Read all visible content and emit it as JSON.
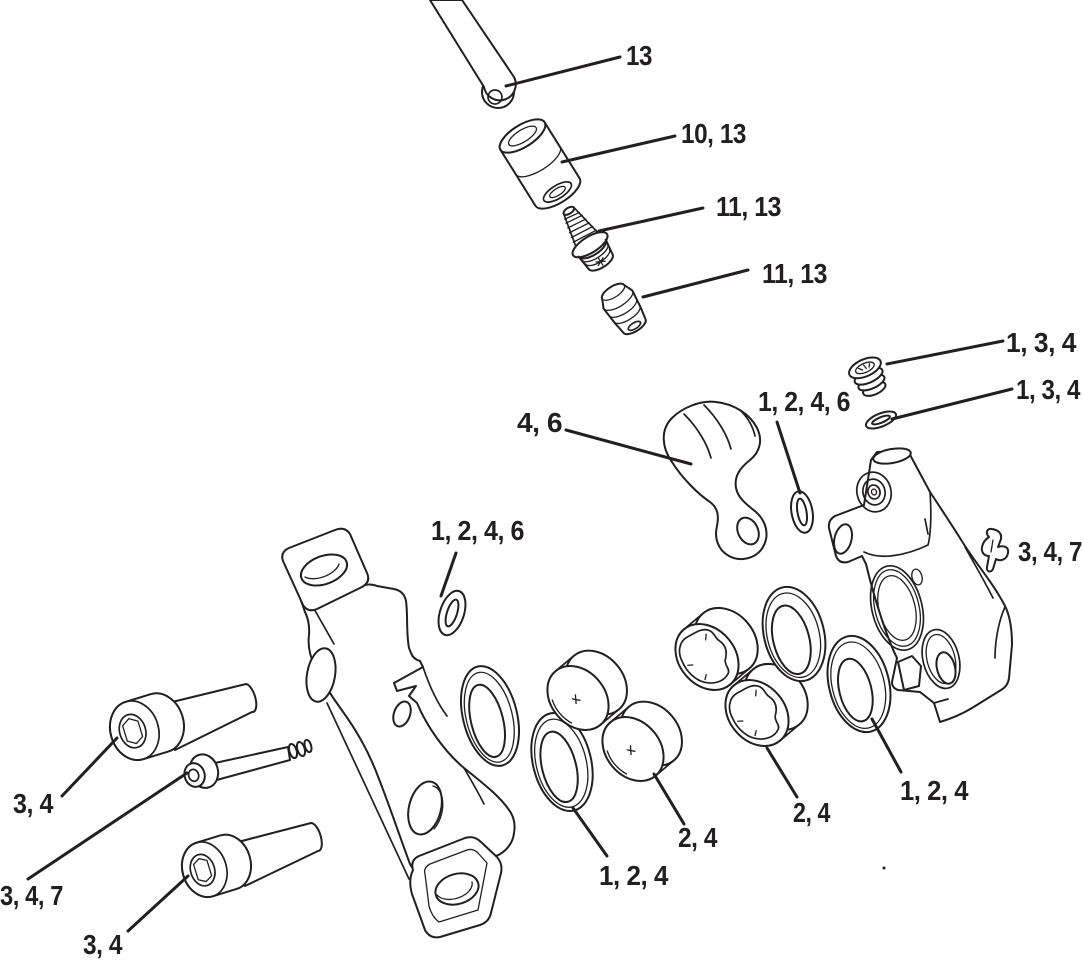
{
  "diagram": {
    "type": "exploded-parts-diagram",
    "subject": "hydraulic-disc-brake-caliper",
    "background_color": "#ffffff",
    "line_color": "#231f20",
    "callouts": [
      {
        "part": "hydraulic-hose",
        "text": "13"
      },
      {
        "part": "hose-compression-bushing",
        "text": "10, 13"
      },
      {
        "part": "hose-barb-fitting",
        "text": "11, 13"
      },
      {
        "part": "compression-olive",
        "text": "11, 13"
      },
      {
        "part": "bleed-screw",
        "text": "1, 3, 4"
      },
      {
        "part": "bleed-screw-oring",
        "text": "1, 3, 4"
      },
      {
        "part": "cam-oring-right",
        "text": "1, 2, 4, 6"
      },
      {
        "part": "cam-lever",
        "text": "4, 6"
      },
      {
        "part": "cam-oring-left",
        "text": "1, 2, 4, 6"
      },
      {
        "part": "pad-spring-clip",
        "text": "3, 4, 7"
      },
      {
        "part": "mounting-bolt-upper",
        "text": "3, 4"
      },
      {
        "part": "pad-pin-bolt",
        "text": "3, 4, 7"
      },
      {
        "part": "mounting-bolt-lower",
        "text": "3, 4"
      },
      {
        "part": "piston-seal-inner",
        "text": "1, 2, 4"
      },
      {
        "part": "pistons-inner-pair",
        "text": "2, 4"
      },
      {
        "part": "pistons-outer-pair",
        "text": "2, 4"
      },
      {
        "part": "piston-seal-outer",
        "text": "1, 2, 4"
      }
    ]
  }
}
